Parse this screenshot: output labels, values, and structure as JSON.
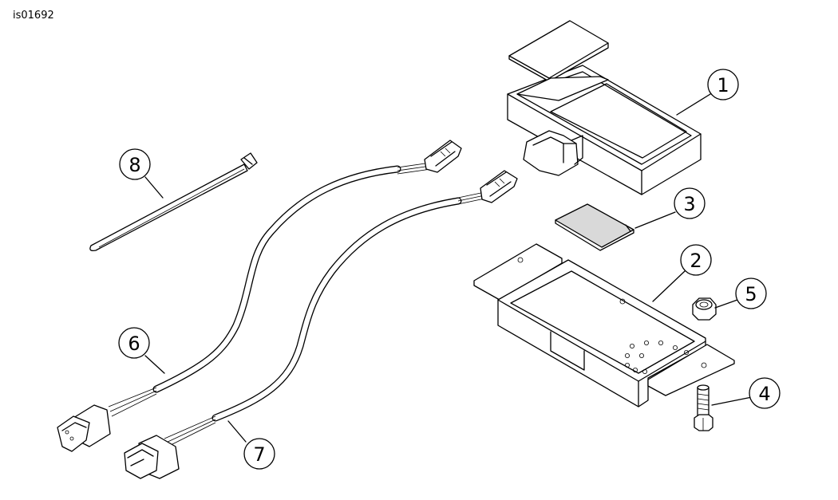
{
  "figure_id": "is01692",
  "callouts": [
    "1",
    "2",
    "3",
    "4",
    "5",
    "6",
    "7",
    "8"
  ],
  "colors": {
    "line": "#000000",
    "background": "#ffffff",
    "pad_fill": "#d9d9d9"
  }
}
